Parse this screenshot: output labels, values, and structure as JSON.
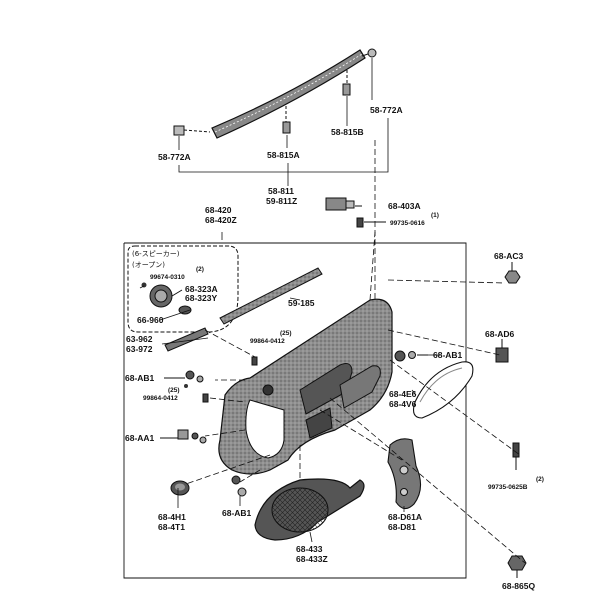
{
  "labels": {
    "l_58_772a_top": "58-772A",
    "l_58_772a_left": "58-772A",
    "l_58_815a": "58-815A",
    "l_58_815b": "58-815B",
    "l_58_811": "58-811",
    "l_59_811z": "59-811Z",
    "l_68_420": "68-420",
    "l_68_420z": "68-420Z",
    "l_68_403a": "68-403A",
    "l_qty_1": "(1)",
    "l_99735_0616": "99735-0616",
    "l_68_ac3": "68-AC3",
    "l_speaker": "(6-スピーカー)",
    "l_open": "(オープン)",
    "l_qty_2a": "(2)",
    "l_99674_0310": "99674-0310",
    "l_68_323a": "68-323A",
    "l_68_323y": "68-323Y",
    "l_66_960": "66-960",
    "l_59_185": "59-185",
    "l_68_ad6": "68-AD6",
    "l_qty_25a": "(25)",
    "l_99864_0412a": "99864-0412",
    "l_63_962": "63-962",
    "l_63_972": "63-972",
    "l_68_ab1_right": "68-AB1",
    "l_68_ab1_left": "68-AB1",
    "l_68_4e6": "68-4E6",
    "l_68_4v6": "68-4V6",
    "l_qty_25b": "(25)",
    "l_99864_0412b": "99864-0412",
    "l_68_aa1": "68-AA1",
    "l_qty_2b": "(2)",
    "l_99735_0625b": "99735-0625B",
    "l_68_4h1": "68-4H1",
    "l_68_4t1": "68-4T1",
    "l_68_ab1_bottom": "68-AB1",
    "l_68_d61a": "68-D61A",
    "l_68_d81": "68-D81",
    "l_68_433": "68-433",
    "l_68_433z": "68-433Z",
    "l_68_865q": "68-865Q"
  },
  "colors": {
    "ink": "#111111",
    "paper": "#ffffff",
    "panel_fill": "#9a9a9a",
    "dark_fill": "#3a3a3a"
  }
}
